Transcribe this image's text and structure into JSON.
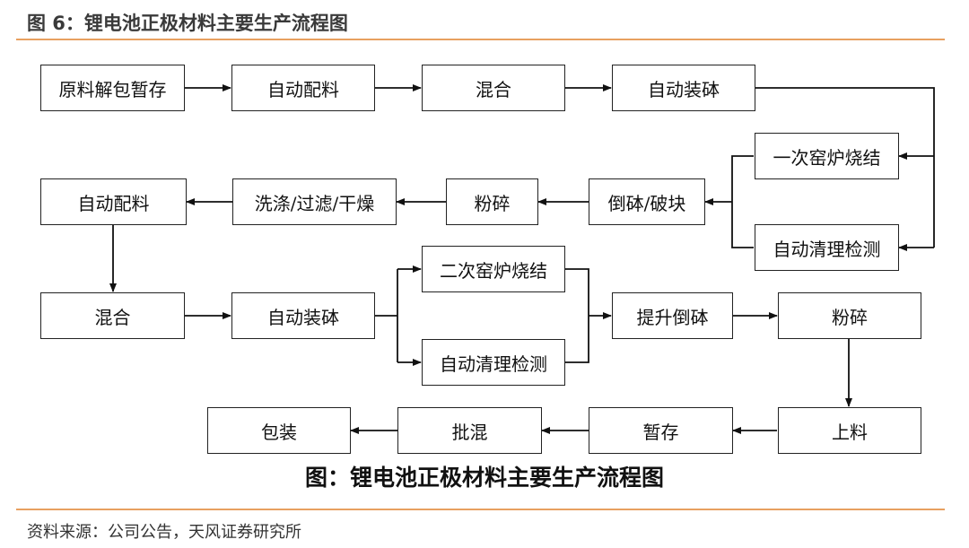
{
  "header": {
    "title": "图 6：锂电池正极材料主要生产流程图"
  },
  "diagram": {
    "caption": "图：锂电池正极材料主要生产流程图",
    "steps": {
      "s1": "原料解包暂存",
      "s2": "自动配料",
      "s3": "混合",
      "s4": "自动装砵",
      "s5": "一次窑炉烧结",
      "s6": "自动清理检测",
      "s7": "倒砵/破块",
      "s8": "粉碎",
      "s9": "洗涤/过滤/干燥",
      "s10": "自动配料",
      "s11": "混合",
      "s12": "自动装砵",
      "s13": "二次窑炉烧结",
      "s14": "自动清理检测",
      "s15": "提升倒砵",
      "s16": "粉碎",
      "s17": "上料",
      "s18": "暂存",
      "s19": "批混",
      "s20": "包装"
    }
  },
  "footer": {
    "source": "资料来源：公司公告，天风证券研究所"
  }
}
